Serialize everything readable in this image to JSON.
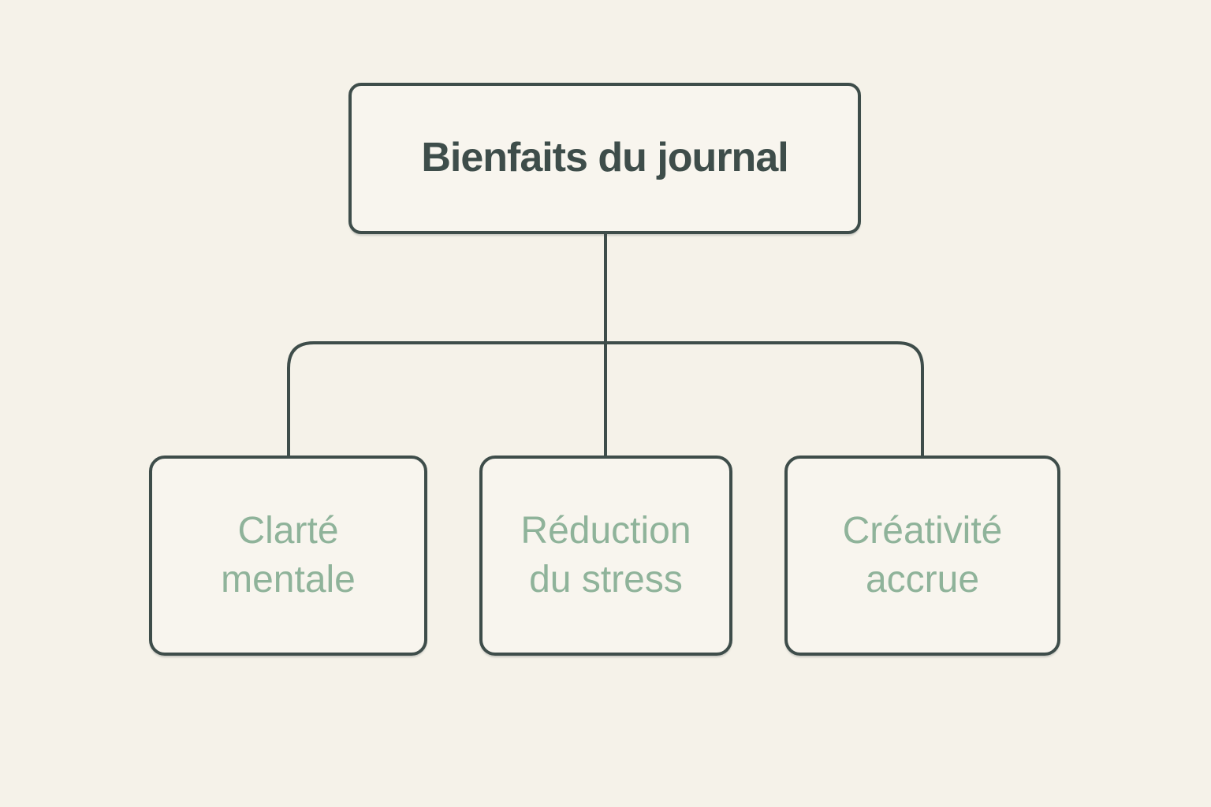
{
  "diagram": {
    "root": {
      "label": "Bienfaits du journal"
    },
    "children": [
      {
        "label": "Clarté\nmentale"
      },
      {
        "label": "Réduction\ndu stress"
      },
      {
        "label": "Créativité\naccrue"
      }
    ],
    "colors": {
      "background": "#F5F2E9",
      "node_fill": "#F8F5EE",
      "stroke": "#3E4D4A",
      "root_text": "#3E4D4A",
      "child_text": "#8FB39A"
    }
  }
}
